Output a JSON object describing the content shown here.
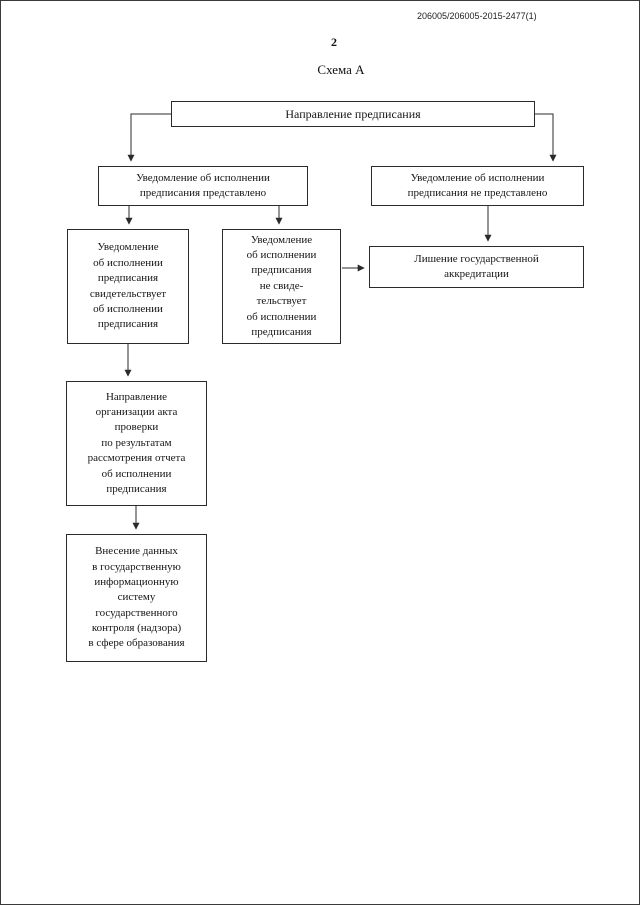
{
  "page": {
    "doc_number": "206005/206005-2015-2477(1)",
    "page_number": "2",
    "title": "Схема А"
  },
  "flowchart": {
    "nodes": {
      "direction": "Направление предписания",
      "notice_submitted": "Уведомление об исполнении\nпредписания представлено",
      "notice_not_submitted": "Уведомление  об исполнении\nпредписания не представлено",
      "notice_confirms": "Уведомление\nоб исполнении\nпредписания\nсвидетельствует\nоб исполнении\nпредписания",
      "notice_not_confirms": "Уведомление\nоб исполнении\nпредписания\nне свиде-\nтельствует\nоб исполнении\nпредписания",
      "deprivation": "Лишение государственной\nаккредитации",
      "act_direction": "Направление\nорганизации акта\nпроверки\nпо результатам\nрассмотрения отчета\nоб исполнении\nпредписания",
      "data_entry": "Внесение данных\nв государственную\nинформационную\nсистему\nгосударственного\nконтроля (надзора)\nв сфере образования"
    }
  }
}
